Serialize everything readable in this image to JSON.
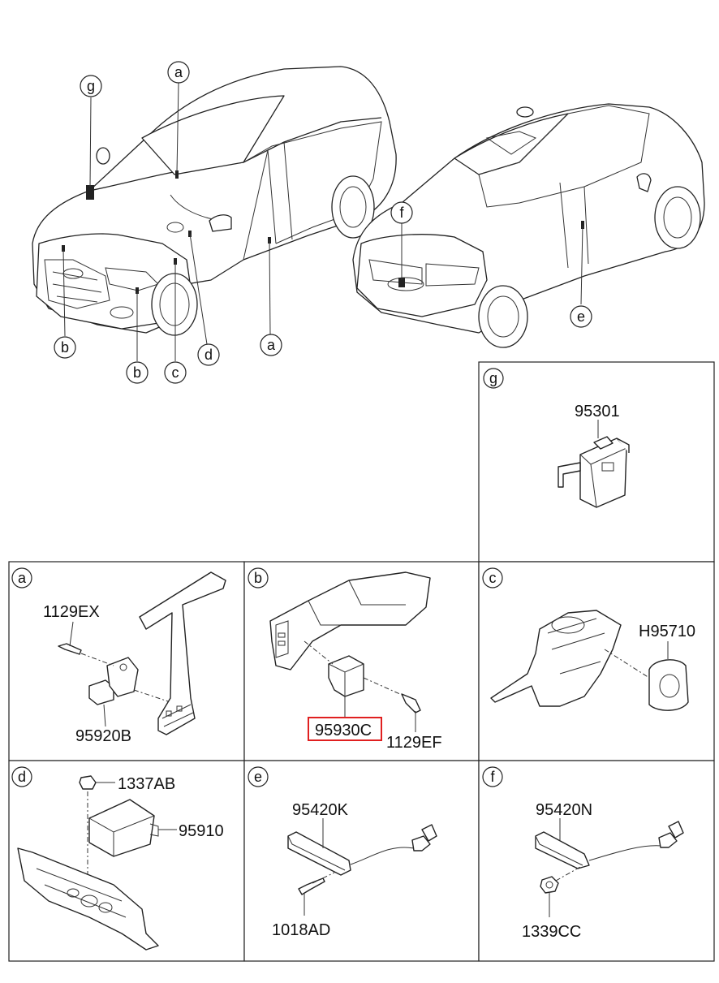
{
  "callouts": {
    "top_a": "a",
    "top_g": "g",
    "bottom_b1": "b",
    "bottom_b2": "b",
    "bottom_c": "c",
    "bottom_d": "d",
    "bottom_a": "a",
    "rear_f": "f",
    "rear_e": "e"
  },
  "panels": {
    "g": {
      "letter": "g",
      "parts": [
        "95301"
      ]
    },
    "a": {
      "letter": "a",
      "parts": [
        "1129EX",
        "95920B"
      ]
    },
    "b": {
      "letter": "b",
      "parts": [
        "95930C",
        "1129EF"
      ]
    },
    "c": {
      "letter": "c",
      "parts": [
        "H95710"
      ]
    },
    "d": {
      "letter": "d",
      "parts": [
        "1337AB",
        "95910"
      ]
    },
    "e": {
      "letter": "e",
      "parts": [
        "95420K",
        "1018AD"
      ]
    },
    "f": {
      "letter": "f",
      "parts": [
        "95420N",
        "1339CC"
      ]
    }
  },
  "highlight": {
    "part": "95930C",
    "color": "#e02020"
  },
  "colors": {
    "line": "#222222",
    "background": "#ffffff"
  }
}
